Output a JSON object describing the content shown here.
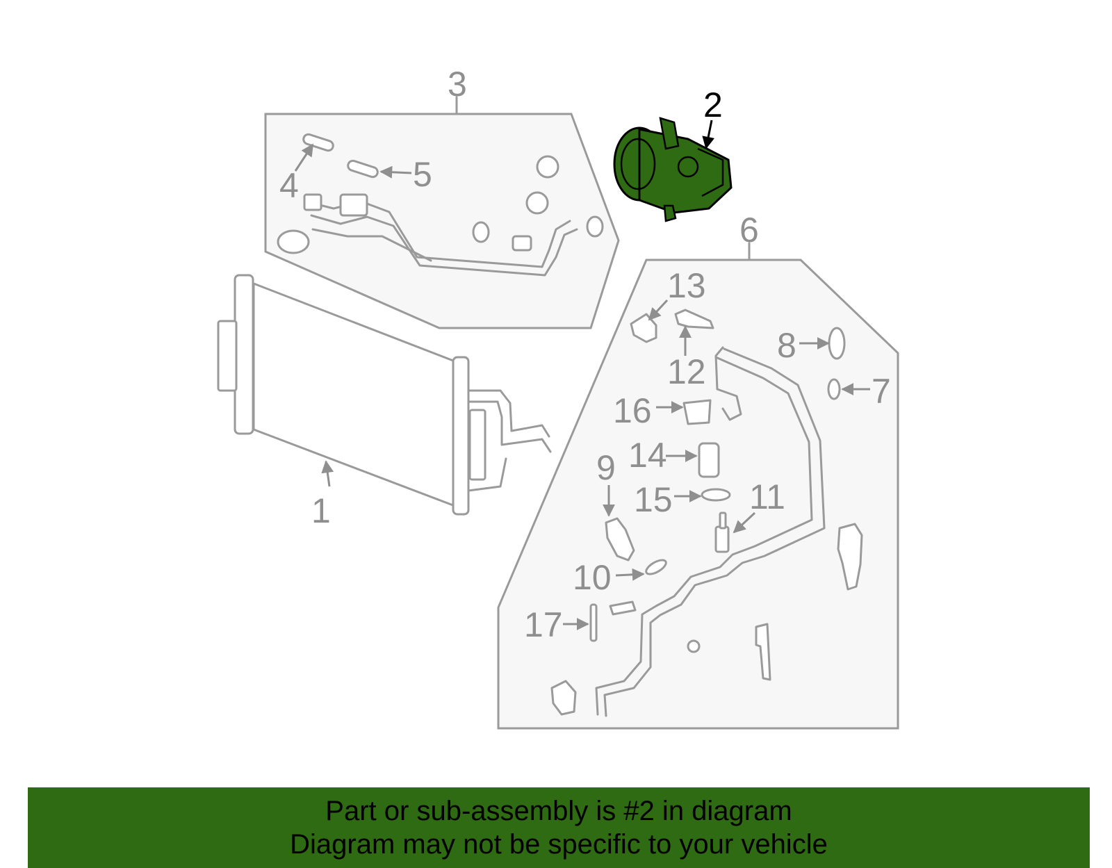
{
  "callouts": [
    "1",
    "2",
    "3",
    "4",
    "5",
    "6",
    "7",
    "8",
    "9",
    "10",
    "11",
    "12",
    "13",
    "14",
    "15",
    "16",
    "17"
  ],
  "highlight_part": "2",
  "colors": {
    "highlight": "#2e6b12",
    "banner": "#2e6b12",
    "line_art": "#9a9a9a",
    "panel": "#f7f7f7"
  },
  "banner": {
    "line1": "Part or sub-assembly is #2 in diagram",
    "line2": "Diagram may not be specific to your vehicle"
  }
}
